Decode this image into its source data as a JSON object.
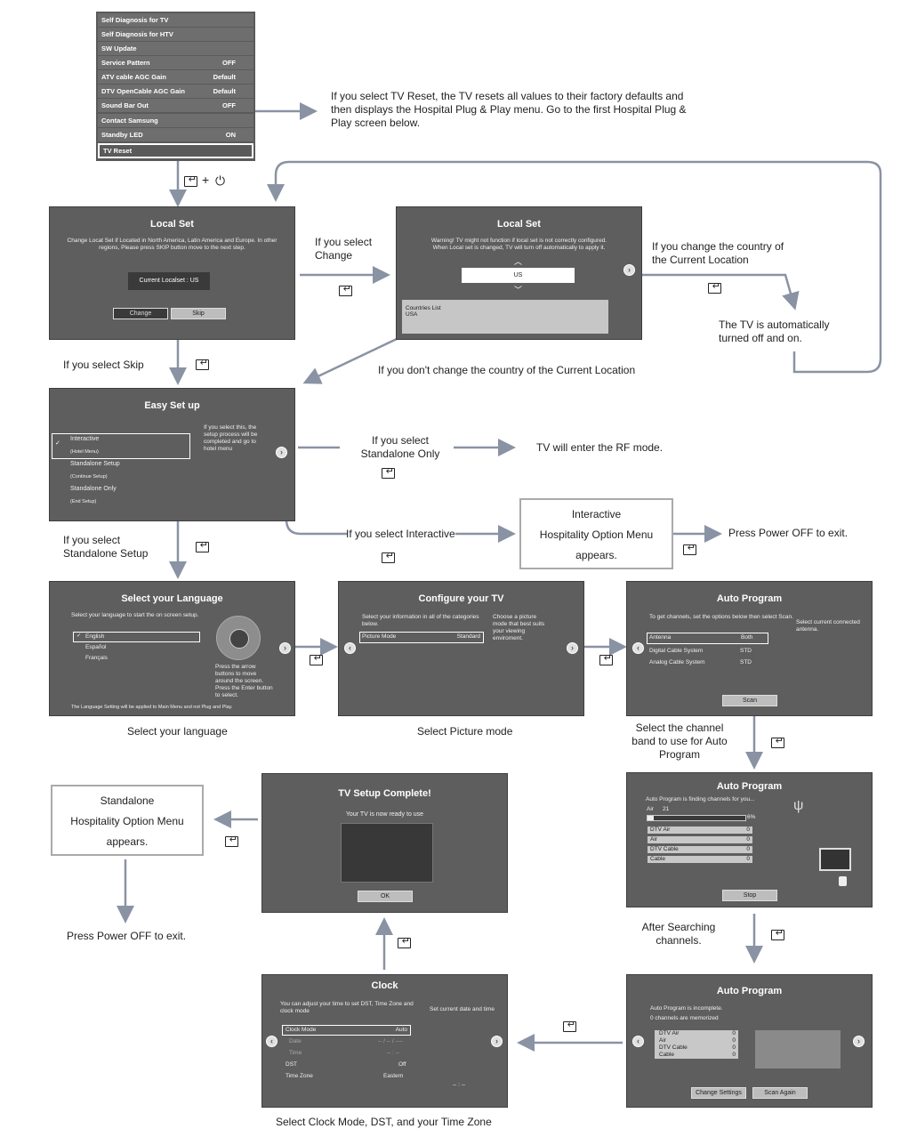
{
  "service_menu": {
    "items": [
      {
        "label": "Self Diagnosis for TV",
        "value": ""
      },
      {
        "label": "Self Diagnosis for HTV",
        "value": ""
      },
      {
        "label": "SW Update",
        "value": ""
      },
      {
        "label": "Service Pattern",
        "value": "OFF"
      },
      {
        "label": "ATV cable AGC Gain",
        "value": "Default"
      },
      {
        "label": "DTV OpenCable AGC Gain",
        "value": "Default"
      },
      {
        "label": "Sound Bar Out",
        "value": "OFF"
      },
      {
        "label": "Contact Samsung",
        "value": ""
      },
      {
        "label": "Standby LED",
        "value": "ON"
      },
      {
        "label": "TV Reset",
        "value": ""
      }
    ]
  },
  "notes": {
    "tv_reset": "If you select TV Reset, the TV resets all values to their factory defaults and then displays the Hospital Plug & Play menu. Go to the first Hospital Plug & Play screen below.",
    "key_combo_plus": "+",
    "if_change": "If you select Change",
    "if_change_country": "If you change the country of the Current Location",
    "auto_off_on": "The TV is automatically turned off and on.",
    "if_skip": "If you select Skip",
    "if_no_change": "If you don't change the country of the Current Location",
    "if_standalone_only": "If you select Standalone Only",
    "rf_mode": "TV will enter the RF mode.",
    "if_interactive": "If you select Interactive",
    "interactive_box": [
      "Interactive",
      "Hospitality Option Menu",
      "appears."
    ],
    "press_power_off_1": "Press Power OFF to exit.",
    "if_standalone_setup": "If you select Standalone Setup",
    "select_language": "Select your language",
    "select_picture": "Select Picture mode",
    "select_channel_band": "Select the channel band to use for Auto Program",
    "standalone_box": [
      "Standalone",
      "Hospitality Option Menu",
      "appears."
    ],
    "press_power_off_2": "Press Power OFF to exit.",
    "after_searching": "After Searching channels.",
    "select_clock": "Select Clock Mode, DST, and your Time Zone"
  },
  "local_set_1": {
    "title": "Local Set",
    "desc": "Change Locat Set if Located in North America, Latin America and Europe. In other regions, Please press SKIP button move to the next step.",
    "current": "Current Localset : US",
    "change": "Change",
    "skip": "Skip"
  },
  "local_set_2": {
    "title": "Local Set",
    "warning": "Warning! TV might not function if local set is not correctly configured. When Local set is changed, TV will turn off automatically to apply it.",
    "value": "US",
    "list_title": "Countries List",
    "list_item": "USA"
  },
  "easy_setup": {
    "title": "Easy Set up",
    "options": [
      "Interactive",
      "(Hotel Menu)",
      "Standalone Setup",
      "(Continue Setup)",
      "Standalone Only",
      "(End Setup)"
    ],
    "desc": "If you select this, the setup process will be completed and go to hotel menu"
  },
  "language": {
    "title": "Select your Language",
    "desc": "Select your language to start the on screen setup.",
    "options": [
      "English",
      "Español",
      "Français"
    ],
    "help": "Press the arrow buttons to move around the screen. Press the Enter button to select.",
    "footer": "The Language Setting will be applied to Main Menu and not Plug and Play."
  },
  "configure": {
    "title": "Configure your TV",
    "desc": "Select your information in all of the categories below.",
    "row_label": "Picture Mode",
    "row_value": "Standard",
    "help": "Choose a picture mode that best suits your viewing enviroment."
  },
  "auto_program_1": {
    "title": "Auto Program",
    "desc": "To get channels, set the options below then select Scan.",
    "rows": [
      {
        "label": "Antenna",
        "value": "Both"
      },
      {
        "label": "Digital Cable System",
        "value": "STD"
      },
      {
        "label": "Analog Cable System",
        "value": "STD"
      }
    ],
    "help": "Select current connected antenna.",
    "scan": "Scan"
  },
  "auto_program_2": {
    "title": "Auto Program",
    "status": "Auto Program is finding channels for you...",
    "band": "Air",
    "channel": "21",
    "progress_label": "6%",
    "progress": 0.06,
    "rows": [
      {
        "label": "DTV Air",
        "value": "0"
      },
      {
        "label": "Air",
        "value": "0"
      },
      {
        "label": "DTV Cable",
        "value": "0"
      },
      {
        "label": "Cable",
        "value": "0"
      }
    ],
    "stop": "Stop"
  },
  "setup_complete": {
    "title": "TV Setup Complete!",
    "desc": "Your TV is now ready to use",
    "ok": "OK"
  },
  "auto_program_3": {
    "title": "Auto Program",
    "line1": "Auto Program is incomplete.",
    "line2": "0 channels are memorized",
    "rows": [
      {
        "label": "DTV Air",
        "value": "0"
      },
      {
        "label": "Air",
        "value": "0"
      },
      {
        "label": "DTV Cable",
        "value": "0"
      },
      {
        "label": "Cable",
        "value": "0"
      }
    ],
    "change_settings": "Change Settings",
    "scan_again": "Scan Again"
  },
  "clock": {
    "title": "Clock",
    "desc": "You can adjust your time to set DST, Time Zone and clock mode",
    "help": "Set current date and time",
    "rows": [
      {
        "label": "Clock Mode",
        "value": "Auto"
      },
      {
        "label": "Date",
        "value": "-- / -- / ----"
      },
      {
        "label": "Time",
        "value": "-- : --"
      },
      {
        "label": "DST",
        "value": "Off"
      },
      {
        "label": "Time Zone",
        "value": "Eastern"
      }
    ],
    "time_display": "-- : --"
  },
  "colors": {
    "panel": "#5e5e5e",
    "arrow": "#8a93a3",
    "button": "#bdbdbd"
  }
}
